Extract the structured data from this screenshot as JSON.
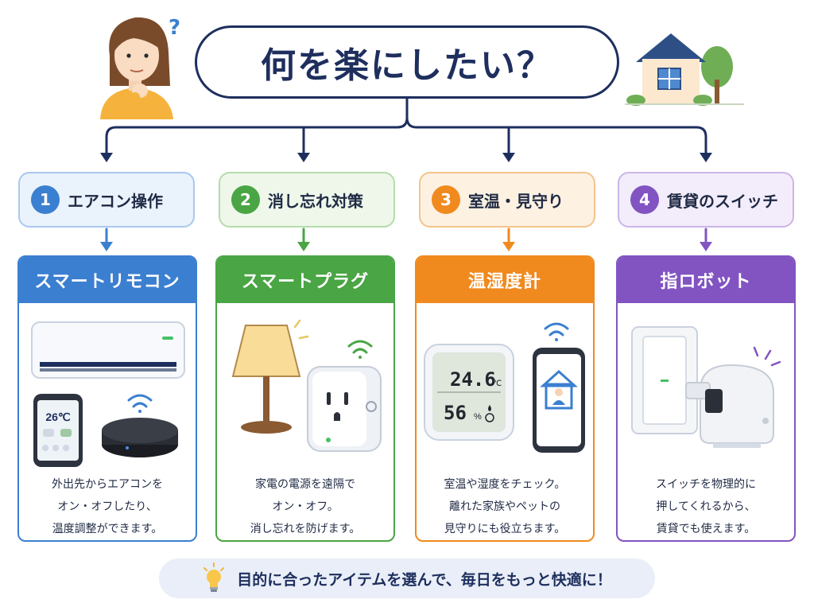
{
  "title": "何を楽にしたい？",
  "question_mark": "?",
  "colors": {
    "navy": "#1e2f5e",
    "blue": "#3b7fd0",
    "green": "#4aa544",
    "orange": "#f08a1e",
    "purple": "#8254c2"
  },
  "categories": [
    {
      "number": "1",
      "label": "エアコン操作",
      "accent": "#3b7fd0",
      "pill_bg": "#eaf2fc",
      "pill_border": "#a9c8ef",
      "card_title": "スマートリモコン",
      "card_icons": [
        "air-conditioner-icon",
        "smartphone-icon",
        "ir-hub-icon",
        "wifi-icon"
      ],
      "phone_temp": "26℃",
      "description": [
        "外出先からエアコンを",
        "オン・オフしたり、",
        "温度調整ができます。"
      ]
    },
    {
      "number": "2",
      "label": "消し忘れ対策",
      "accent": "#4aa544",
      "pill_bg": "#eef7ea",
      "pill_border": "#b5dcaa",
      "card_title": "スマートプラグ",
      "card_icons": [
        "table-lamp-icon",
        "smart-plug-icon",
        "wifi-icon"
      ],
      "description": [
        "家電の電源を遠隔で",
        "オン・オフ。",
        "消し忘れを防げます。"
      ]
    },
    {
      "number": "3",
      "label": "室温・見守り",
      "accent": "#f08a1e",
      "pill_bg": "#fdf1e2",
      "pill_border": "#f3c48c",
      "card_title": "温湿度計",
      "card_icons": [
        "thermo-hygrometer-icon",
        "smartphone-home-icon",
        "wifi-icon"
      ],
      "display_temp": "24.6",
      "display_temp_unit": "℃",
      "display_humidity": "56",
      "display_humidity_unit": "%",
      "description": [
        "室温や湿度をチェック。",
        "離れた家族やペットの",
        "見守りにも役立ちます。"
      ]
    },
    {
      "number": "4",
      "label": "賃貸のスイッチ",
      "accent": "#8254c2",
      "pill_bg": "#f3edfb",
      "pill_border": "#cbb5e8",
      "card_title": "指ロボット",
      "card_icons": [
        "wall-switch-icon",
        "switch-robot-icon"
      ],
      "description": [
        "スイッチを物理的に",
        "押してくれるから、",
        "賃貸でも使えます。"
      ]
    }
  ],
  "footer": {
    "icon": "lightbulb-icon",
    "text": "目的に合ったアイテムを選んで、毎日をもっと快適に！"
  }
}
